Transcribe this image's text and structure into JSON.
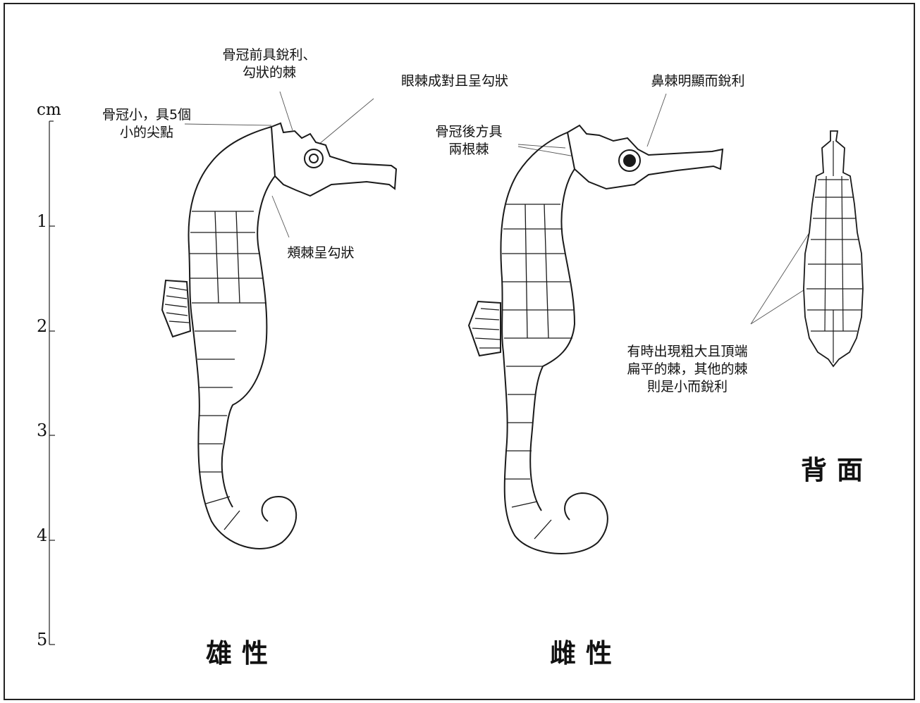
{
  "scale": {
    "unit": "cm",
    "ticks": [
      "1",
      "2",
      "3",
      "4",
      "5"
    ]
  },
  "annotations": {
    "crown_front_spines": "骨冠前具銳利、\n勾狀的棘",
    "eye_spines": "眼棘成對且呈勾狀",
    "crown_small": "骨冠小，具5個\n小的尖點",
    "cheek_spine": "頰棘呈勾狀",
    "nose_spine": "鼻棘明顯而銳利",
    "crown_back": "骨冠後方具\n兩根棘",
    "spines_note": "有時出現粗大且頂端\n扁平的棘，其他的棘\n則是小而銳利"
  },
  "views": {
    "male": "雄性",
    "female": "雌性",
    "dorsal": "背面"
  }
}
